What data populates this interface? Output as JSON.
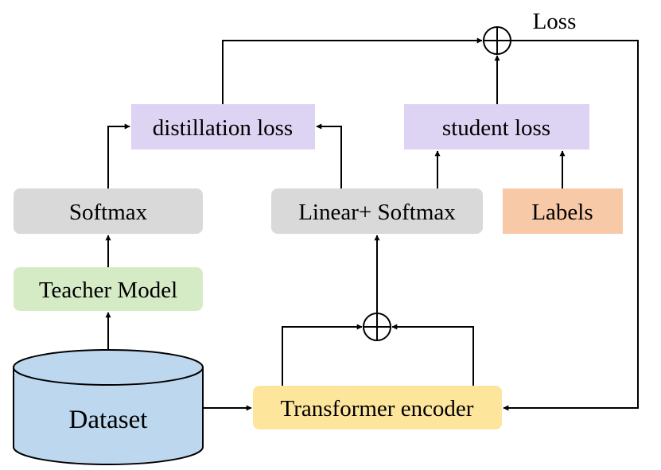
{
  "nodes": {
    "teacher_model": "Teacher Model",
    "softmax_left": "Softmax",
    "distillation_loss": "distillation loss",
    "linear_softmax": "Linear+ Softmax",
    "student_loss": "student loss",
    "labels": "Labels",
    "transformer_encoder": "Transformer encoder",
    "dataset": "Dataset",
    "loss": "Loss"
  },
  "colors": {
    "gray_box": "#d9d9d9",
    "purple_box": "#ddd3f2",
    "green_box": "#d5ebc6",
    "orange_box": "#f8c9a7",
    "yellow_box": "#fee59c",
    "dataset_fill": "#bdd7ef",
    "line": "#000000"
  }
}
